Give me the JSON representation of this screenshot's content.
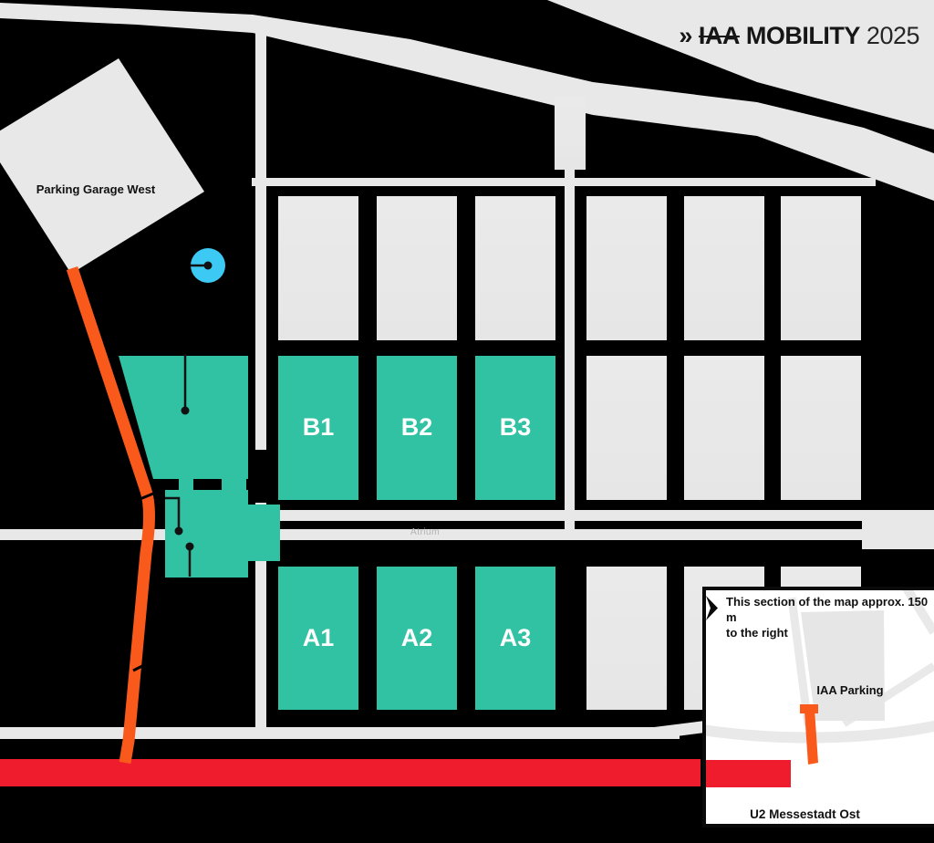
{
  "logo": {
    "mark": "»",
    "brand": "IAA",
    "word": "MOBILITY",
    "year": "2025"
  },
  "map": {
    "parking_garage_label": "Parking Garage West",
    "atrium_label": "Atrium"
  },
  "halls": [
    {
      "label": "B1"
    },
    {
      "label": "B2"
    },
    {
      "label": "B3"
    },
    {
      "label": "A1"
    },
    {
      "label": "A2"
    },
    {
      "label": "A3"
    }
  ],
  "inset": {
    "note_line1": "This section of the map approx. 150 m",
    "note_line2": "to the right",
    "parking_label": "IAA Parking",
    "station_label": "U2 Messestadt Ost"
  },
  "colors": {
    "background": "#000000",
    "road_gray": "#e8e8e8",
    "hall_teal": "#31c1a3",
    "route_orange": "#f95a1c",
    "u2_red": "#ef1c2d",
    "station_cyan": "#3cc9f4"
  }
}
